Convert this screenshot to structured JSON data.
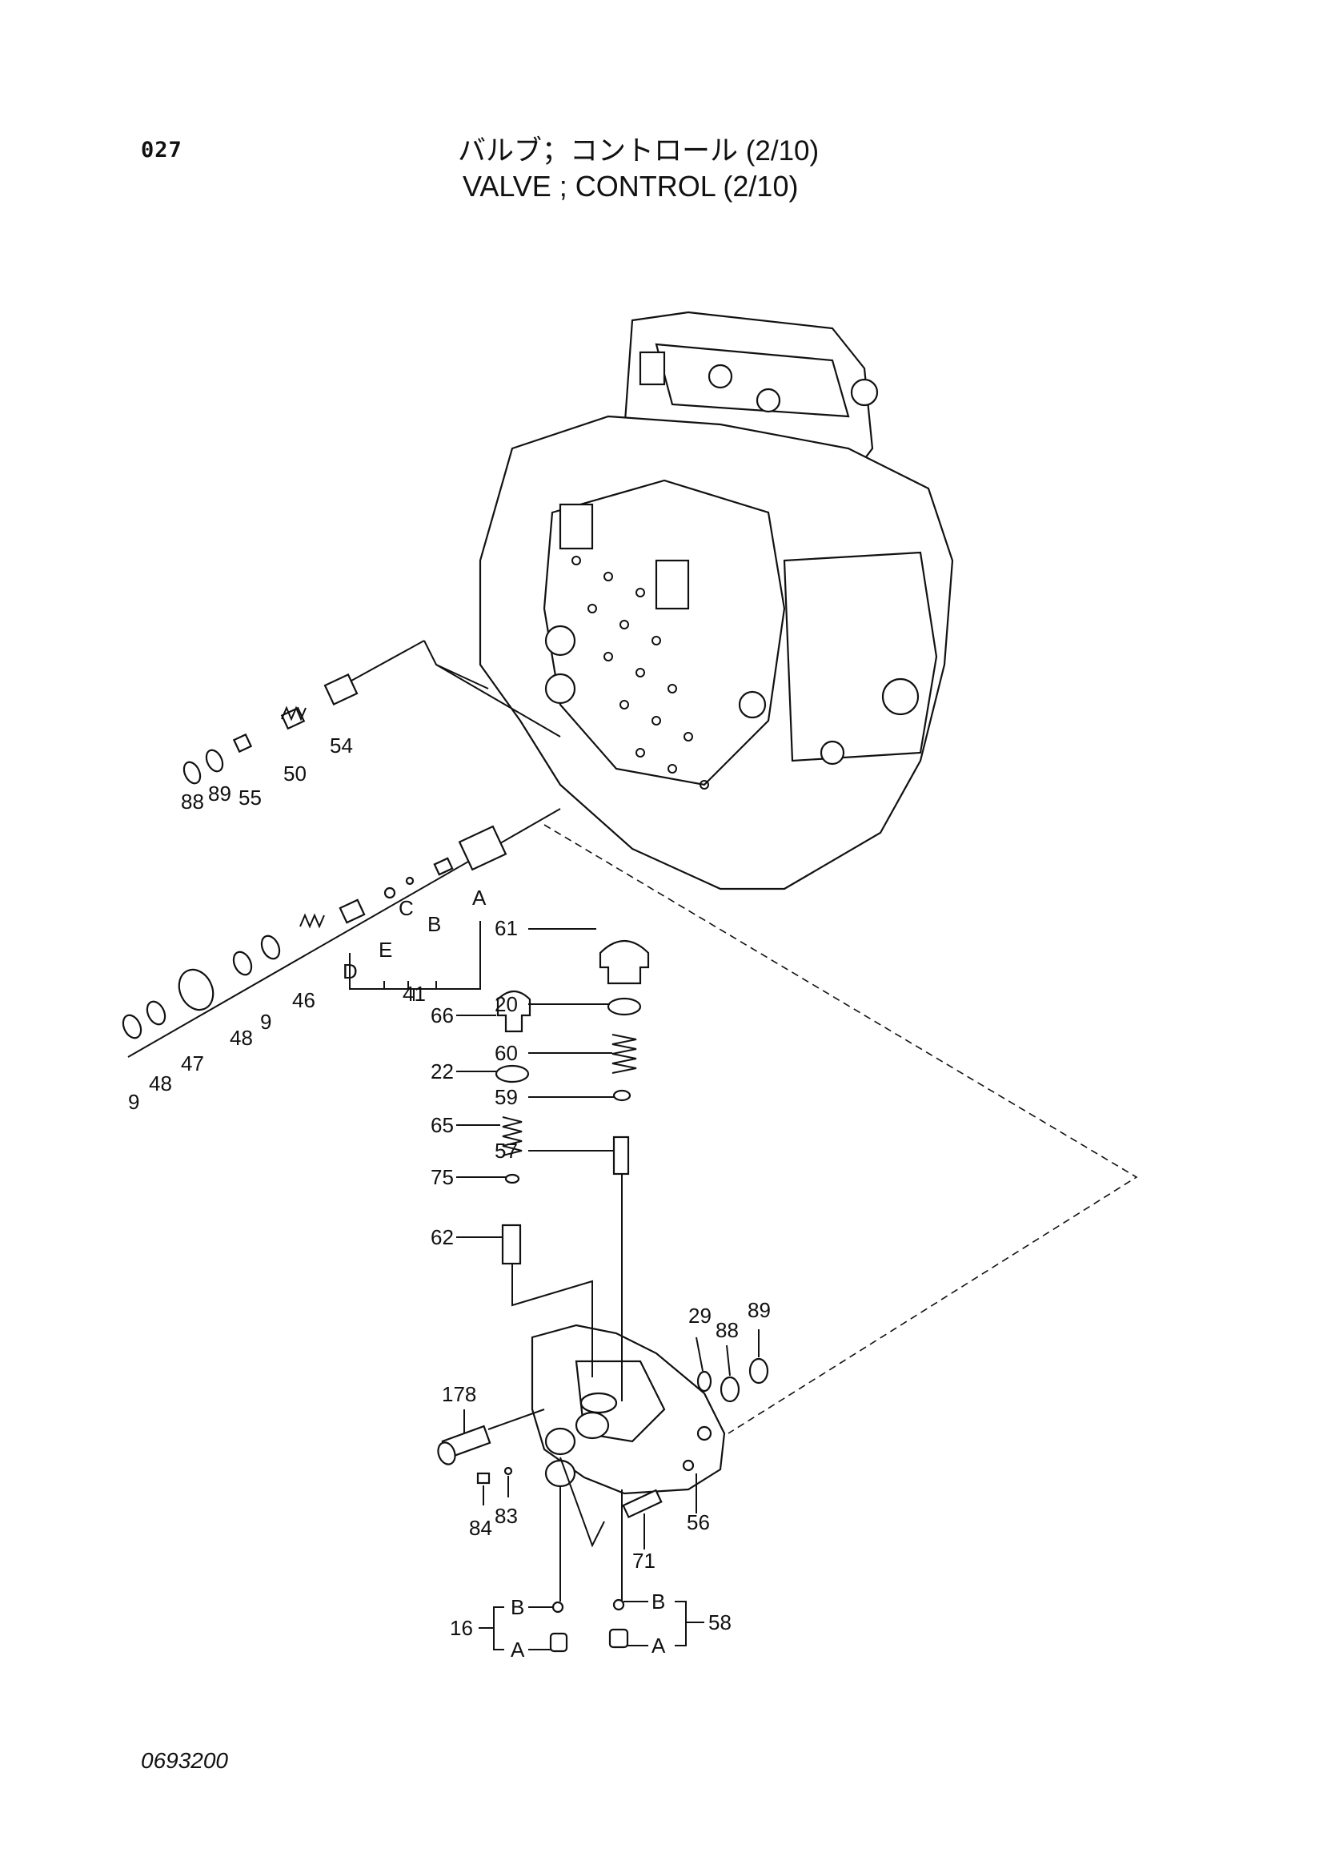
{
  "header": {
    "page_number": "027",
    "title_jp": "バルブ；コントロール (2/10)",
    "title_en": "VALVE ; CONTROL (2/10)"
  },
  "footer": {
    "drawing_code": "0693200"
  },
  "callouts": {
    "p88a": "88",
    "p89a": "89",
    "p55": "55",
    "p50": "50",
    "p54": "54",
    "pA1": "A",
    "pB1": "B",
    "pC1": "C",
    "pE1": "E",
    "pD1": "D",
    "p41": "41",
    "p46": "46",
    "p9a": "9",
    "p48a": "48",
    "p47": "47",
    "p9b": "9",
    "p48b": "48",
    "p61": "61",
    "p20": "20",
    "p60": "60",
    "p59": "59",
    "p57": "57",
    "p66": "66",
    "p22": "22",
    "p65": "65",
    "p75": "75",
    "p62": "62",
    "p29": "29",
    "p88b": "88",
    "p89b": "89",
    "p178": "178",
    "p84": "84",
    "p83": "83",
    "p56": "56",
    "p71": "71",
    "p16": "16",
    "pB16": "B",
    "pA16": "A",
    "p58": "58",
    "pB58": "B",
    "pA58": "A"
  }
}
